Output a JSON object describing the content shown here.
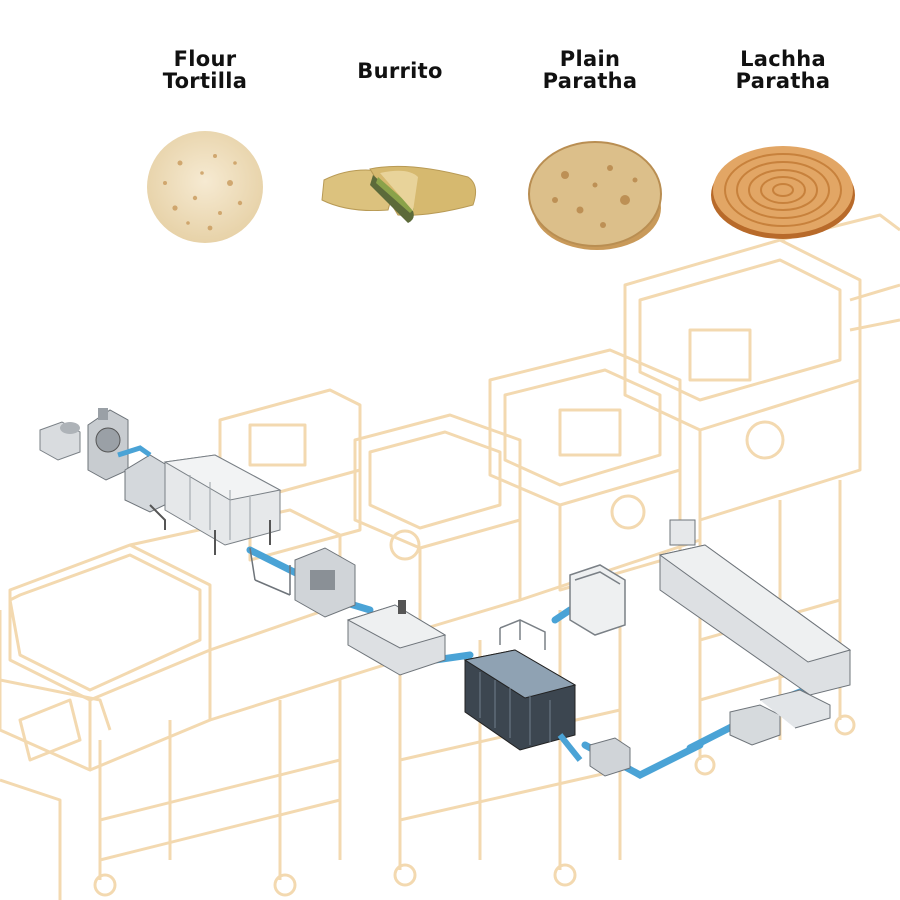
{
  "products": [
    {
      "id": "flour-tortilla",
      "line1": "Flour",
      "line2": "Tortilla"
    },
    {
      "id": "burrito",
      "line1": "Burrito",
      "line2": ""
    },
    {
      "id": "plain-paratha",
      "line1": "Plain",
      "line2": "Paratha"
    },
    {
      "id": "lachha-paratha",
      "line1": "Lachha",
      "line2": "Paratha"
    }
  ],
  "colors": {
    "sketch_line": "#f3d9b0",
    "conveyor_blue": "#4aa3d6",
    "machine_steel": "#cfd3d6",
    "machine_dark": "#6e747a",
    "cooling_tower": "#3c4650"
  },
  "icons": [
    "tortilla-icon",
    "burrito-icon",
    "paratha-icon",
    "lachha-paratha-icon"
  ]
}
